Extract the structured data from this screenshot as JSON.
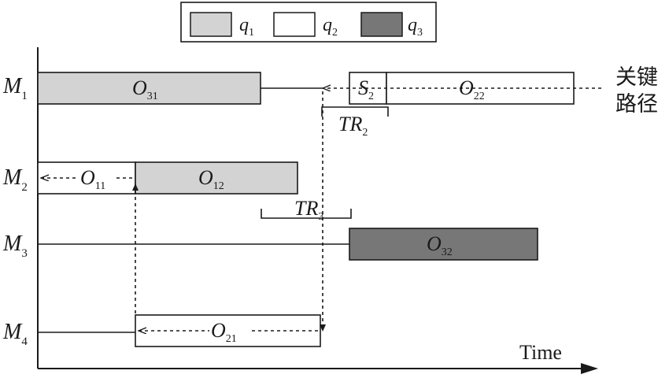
{
  "colors": {
    "q1": "#d3d3d3",
    "q2": "#ffffff",
    "q3": "#777777",
    "line": "#1a1a1a"
  },
  "legend": [
    {
      "key": "q1",
      "base": "q",
      "sub": "1"
    },
    {
      "key": "q2",
      "base": "q",
      "sub": "2"
    },
    {
      "key": "q3",
      "base": "q",
      "sub": "3"
    }
  ],
  "machines": [
    {
      "id": "M1",
      "base": "M",
      "sub": "1"
    },
    {
      "id": "M2",
      "base": "M",
      "sub": "2"
    },
    {
      "id": "M3",
      "base": "M",
      "sub": "3"
    },
    {
      "id": "M4",
      "base": "M",
      "sub": "4"
    }
  ],
  "operations": [
    {
      "id": "O31",
      "base": "O",
      "sub": "31",
      "machine": "M1",
      "type": "q1"
    },
    {
      "id": "S2",
      "base": "S",
      "sub": "2",
      "machine": "M1",
      "type": "q2"
    },
    {
      "id": "O22",
      "base": "O",
      "sub": "22",
      "machine": "M1",
      "type": "q2"
    },
    {
      "id": "O11",
      "base": "O",
      "sub": "11",
      "machine": "M2",
      "type": "q2"
    },
    {
      "id": "O12",
      "base": "O",
      "sub": "12",
      "machine": "M2",
      "type": "q1"
    },
    {
      "id": "O32",
      "base": "O",
      "sub": "32",
      "machine": "M3",
      "type": "q3"
    },
    {
      "id": "O21",
      "base": "O",
      "sub": "21",
      "machine": "M4",
      "type": "q2"
    }
  ],
  "transport_labels": [
    {
      "id": "TR2",
      "base": "TR",
      "sub": "2"
    },
    {
      "id": "TR3",
      "base": "TR",
      "sub": "3"
    }
  ],
  "critical_path_label": {
    "line1": "关键",
    "line2": "路径"
  },
  "axis_label": "Time"
}
